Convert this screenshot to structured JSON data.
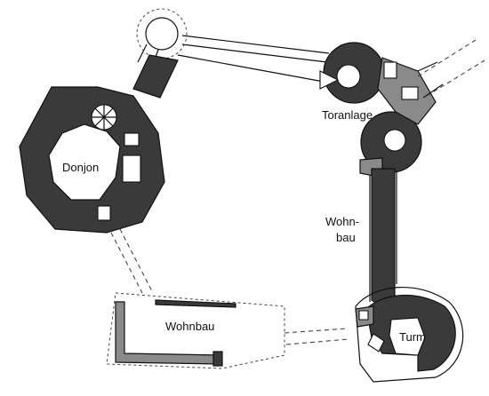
{
  "labels": {
    "donjon": "Donjon",
    "toranlage": "Toranlage",
    "wohnbau_east_line1": "Wohn-",
    "wohnbau_east_line2": "bau",
    "wohnbau_south": "Wohnbau",
    "turm": "Turm"
  },
  "colors": {
    "wall_dark": "#3a3a3a",
    "wall_medium": "#8a8a8a",
    "background": "#ffffff"
  }
}
